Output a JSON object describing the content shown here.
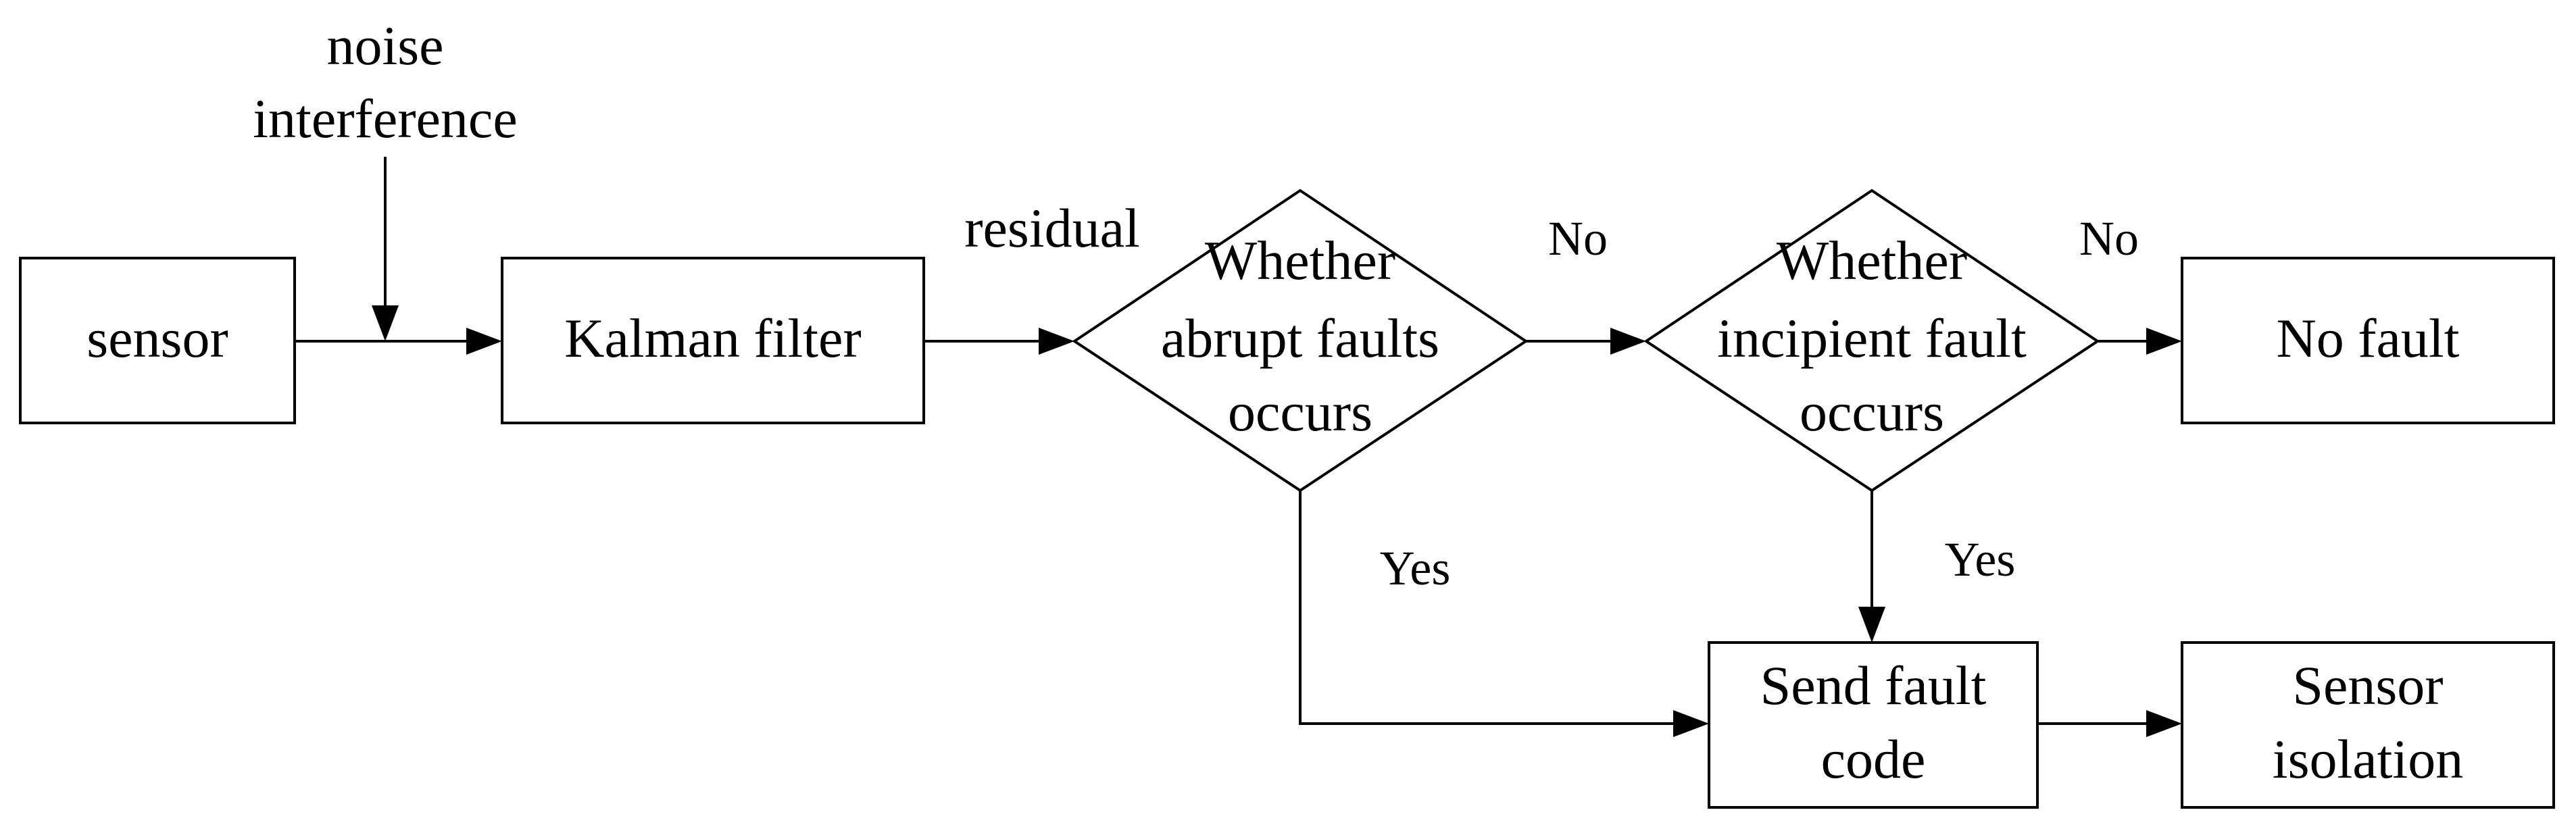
{
  "nodes": {
    "sensor": {
      "label": "sensor"
    },
    "kalman": {
      "label": "Kalman filter"
    },
    "abrupt": {
      "lines": [
        "Whether",
        "abrupt faults",
        "occurs"
      ]
    },
    "incipient": {
      "lines": [
        "Whether",
        "incipient fault",
        "occurs"
      ]
    },
    "no_fault": {
      "label": "No fault"
    },
    "send_code": {
      "lines": [
        "Send fault",
        "code"
      ]
    },
    "isolation": {
      "lines": [
        "Sensor",
        "isolation"
      ]
    }
  },
  "labels": {
    "noise": [
      "noise",
      "interference"
    ],
    "residual": "residual",
    "no_1": "No",
    "no_2": "No",
    "yes_1": "Yes",
    "yes_2": "Yes"
  }
}
